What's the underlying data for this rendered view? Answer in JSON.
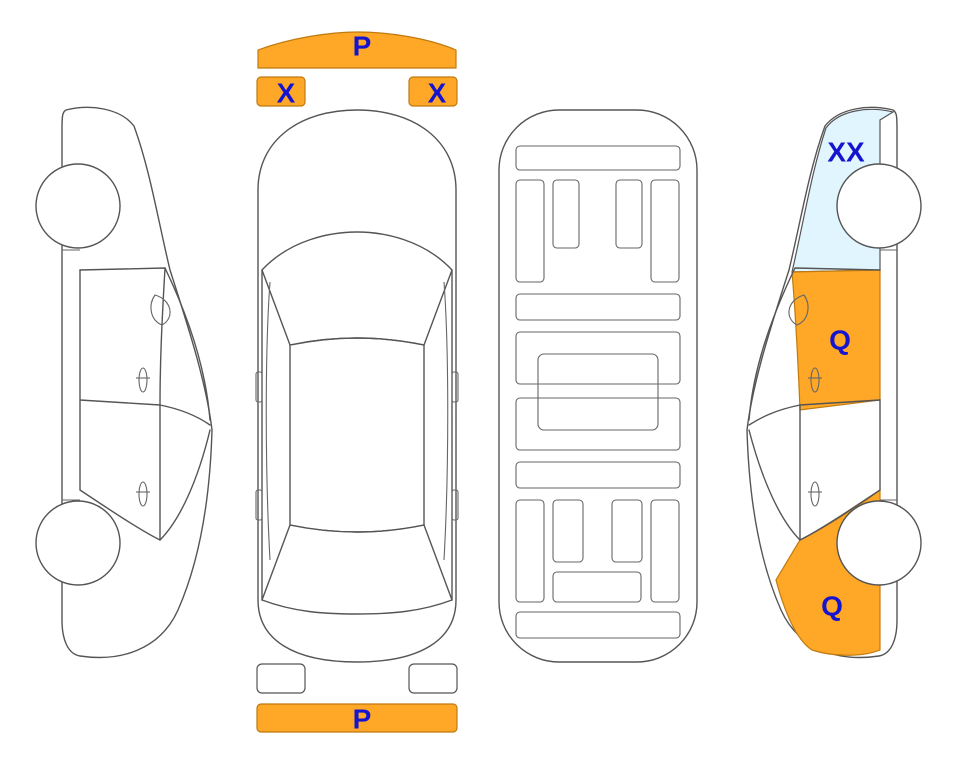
{
  "colors": {
    "damage": "#FFA726",
    "damage_stroke": "#C07A10",
    "glass_marked": "#E1F5FE",
    "label": "#1515D0",
    "outline": "#555555"
  },
  "marks": {
    "front_bumper": "P",
    "front_left_lamp": "X",
    "front_right_lamp": "X",
    "rear_bumper": "P",
    "windshield_side": "XX",
    "front_door": "Q",
    "rear_quarter": "Q"
  }
}
